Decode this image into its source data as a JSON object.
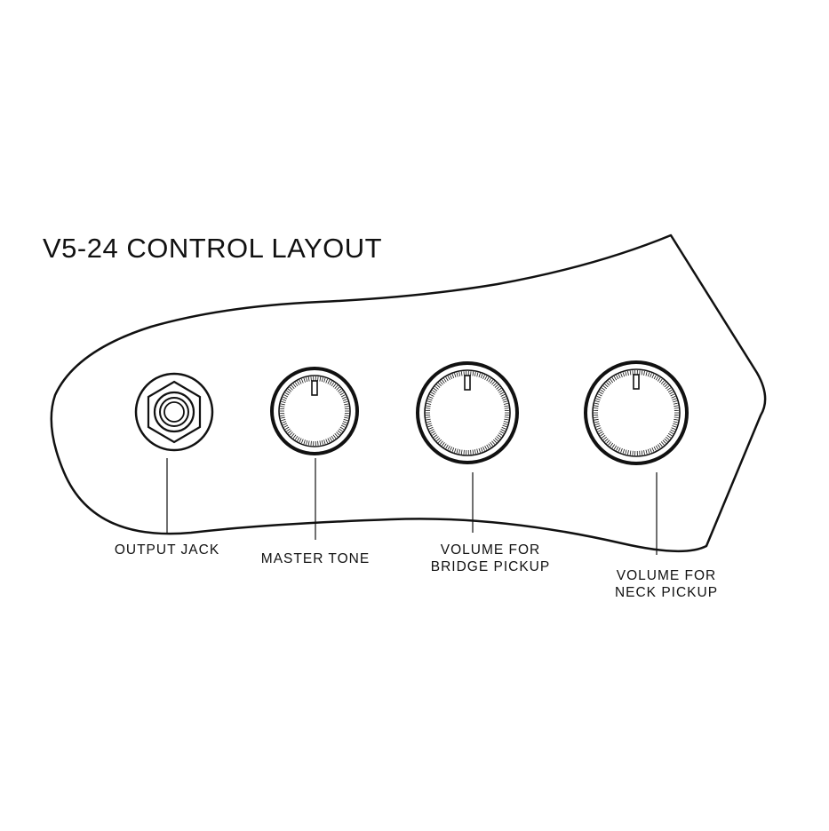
{
  "title": "V5-24 CONTROL LAYOUT",
  "controls": [
    {
      "label_lines": [
        "OUTPUT JACK"
      ],
      "icon": "output-jack-icon"
    },
    {
      "label_lines": [
        "MASTER TONE"
      ],
      "icon": "knob-icon"
    },
    {
      "label_lines": [
        "VOLUME FOR",
        "BRIDGE PICKUP"
      ],
      "icon": "knob-icon"
    },
    {
      "label_lines": [
        "VOLUME FOR",
        "NECK PICKUP"
      ],
      "icon": "knob-icon"
    }
  ],
  "colors": {
    "stroke": "#111111",
    "background": "#ffffff"
  }
}
